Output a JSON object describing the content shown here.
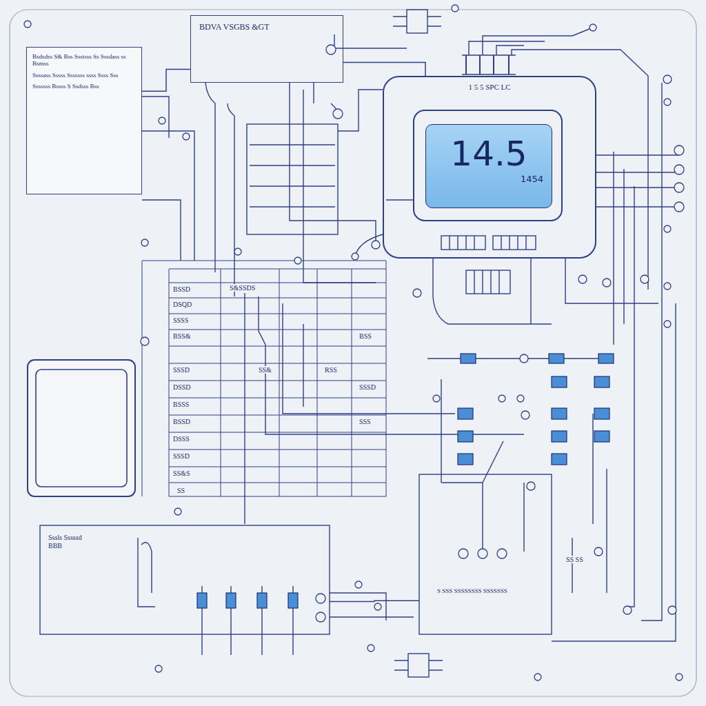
{
  "diagram": {
    "nodes": [
      {
        "text": [
          "BDVA VSGBS &GT"
        ]
      },
      {
        "text": [
          "Bsdsdss S& Bss Ssstsss Ss Sssdass ss Bsmss",
          "Ssssass Sssss Sssssss ssss Ssss Sss",
          "Sssssss Bssss S Ssdsss Bss"
        ]
      },
      {
        "text": [
          "1 5 5 SPC LC"
        ]
      },
      {
        "text": [
          "14.5",
          "1454"
        ],
        "in": 2
      },
      {
        "text": [
          "Sssls Sssssd BBB"
        ]
      },
      {
        "text": [
          "S SSS SSSSSSSS SSSSSSS"
        ]
      }
    ],
    "edges": [
      {
        "from": 0,
        "to": 2,
        "arrow": "none"
      },
      {
        "from": 1,
        "to": 0,
        "arrow": "none"
      },
      {
        "from": 4,
        "to": 5,
        "arrow": "none"
      }
    ],
    "labels": [
      "S&SSDS",
      "BSSD",
      "DSQD",
      "SSSS",
      "BSS&",
      "SSSD",
      "DSSD",
      "BSSS",
      "BSSD",
      "DSSS",
      "SSSD",
      "SS&S",
      "SS",
      "BSS",
      "RSS",
      "SSSD",
      "SSS",
      "SS&",
      "SS SS"
    ]
  }
}
